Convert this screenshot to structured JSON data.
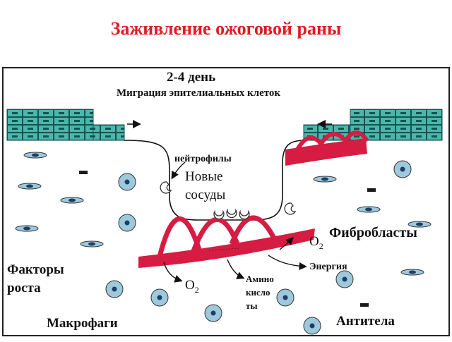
{
  "page": {
    "title": "Заживление ожоговой раны"
  },
  "diagram": {
    "day": "2-4 день",
    "subtitle": "Миграция эпителиальных клеток",
    "labels": {
      "neutrophils": "нейтрофилы",
      "new_vessels_1": "Новые",
      "new_vessels_2": "сосуды",
      "fibroblasts": "Фибробласты",
      "growth_factors_1": "Факторы",
      "growth_factors_2": "роста",
      "macrophages": "Макрофаги",
      "antibodies": "Антитела",
      "energy": "Энергия",
      "amino_1": "Амино",
      "amino_2": "кисло",
      "amino_3": "ты",
      "o2_right": "O",
      "o2_right_sub": "2",
      "o2_bottom": "O",
      "o2_bottom_sub": "2"
    },
    "colors": {
      "vessel": "#d61c43",
      "epithelium": "#4db6ac",
      "cell_body": "#9ec9dc",
      "nucleus": "#1d3f66",
      "title": "#e01b22"
    }
  }
}
